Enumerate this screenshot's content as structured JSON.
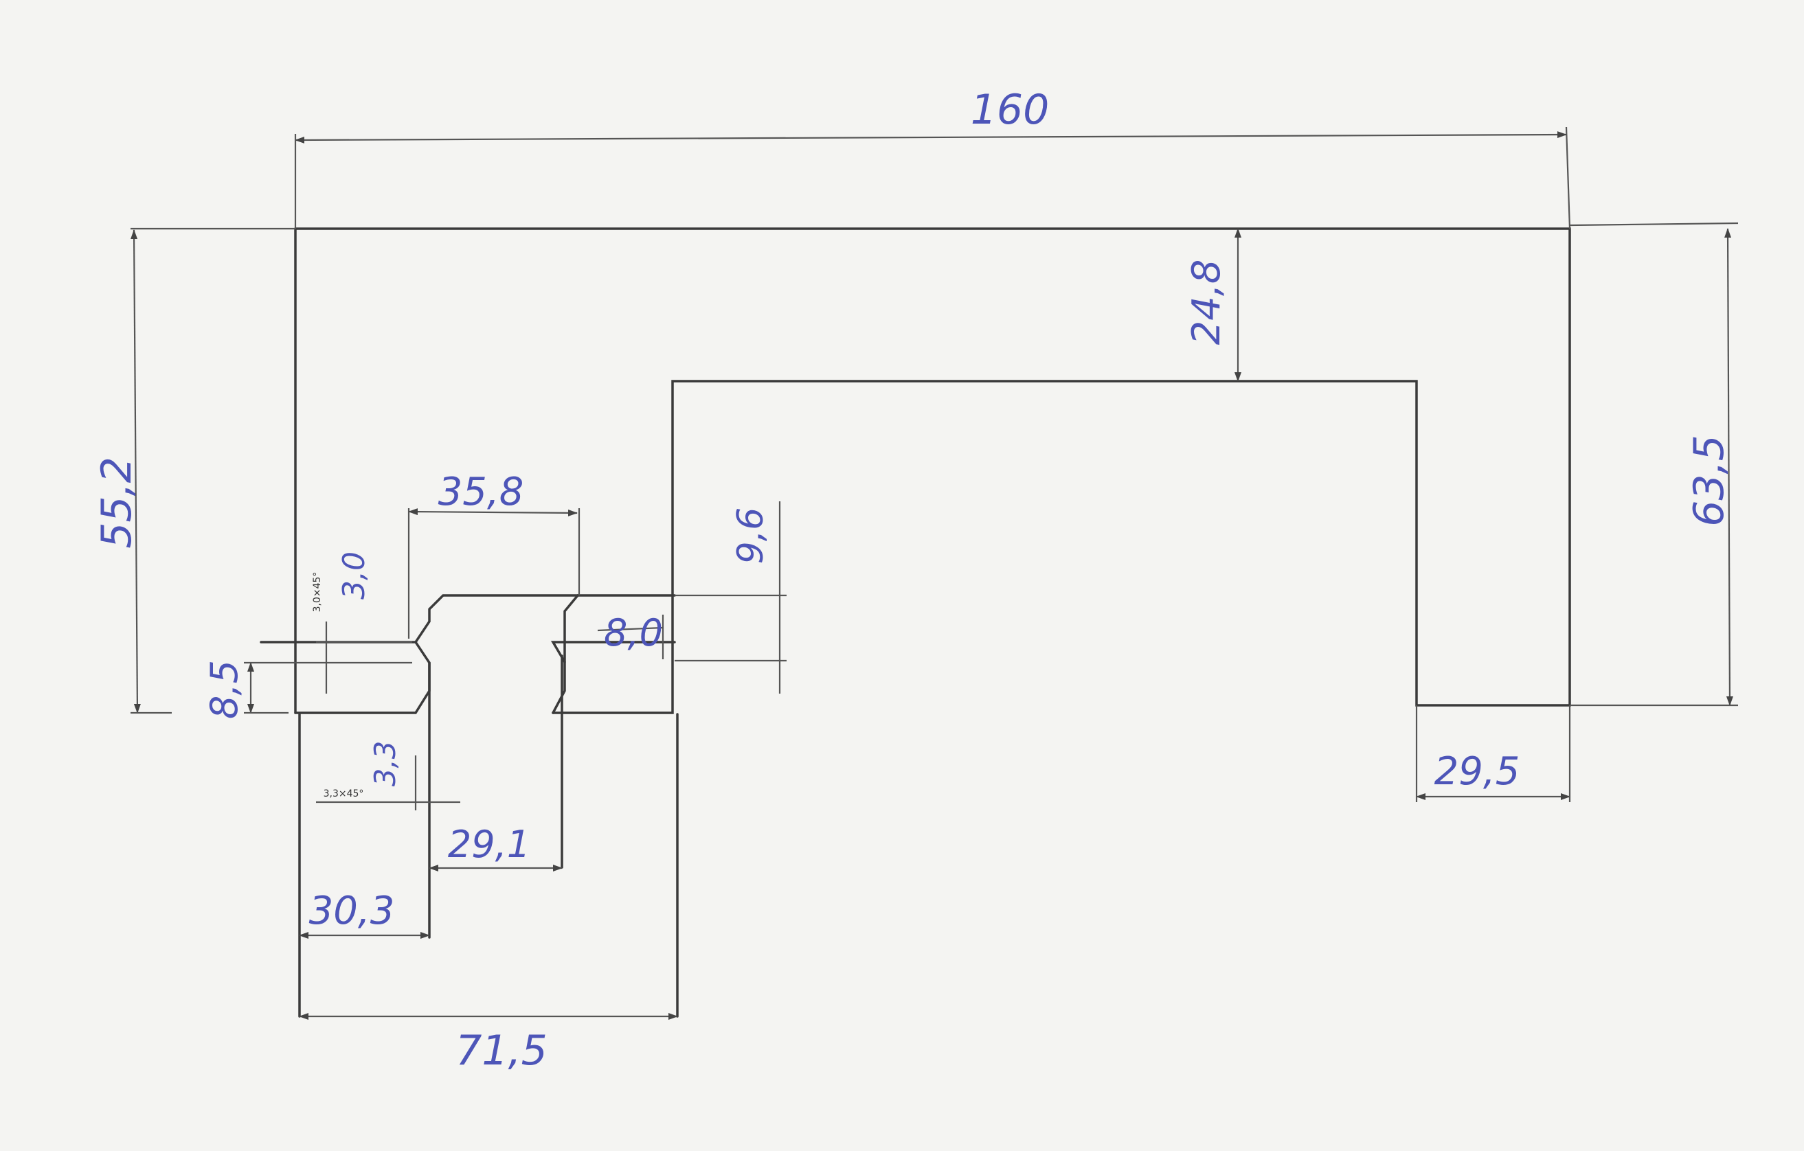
{
  "drawing": {
    "dimensions": {
      "overall_width": "160",
      "top_notch_depth": "24,8",
      "left_height": "55,2",
      "right_height": "63,5",
      "slot_top_width": "35,8",
      "slot_opening_height": "9,6",
      "shoulder_height": "3,0",
      "chamfer_note_top": "3,0×45°",
      "right_shoulder_height": "8,0",
      "flange_thickness": "8,5",
      "lower_offset": "3,3",
      "chamfer_note_bottom": "3,3×45°",
      "slot_bottom_width": "29,1",
      "left_leg_width": "30,3",
      "base_width": "71,5",
      "right_leg_width": "29,5"
    }
  }
}
